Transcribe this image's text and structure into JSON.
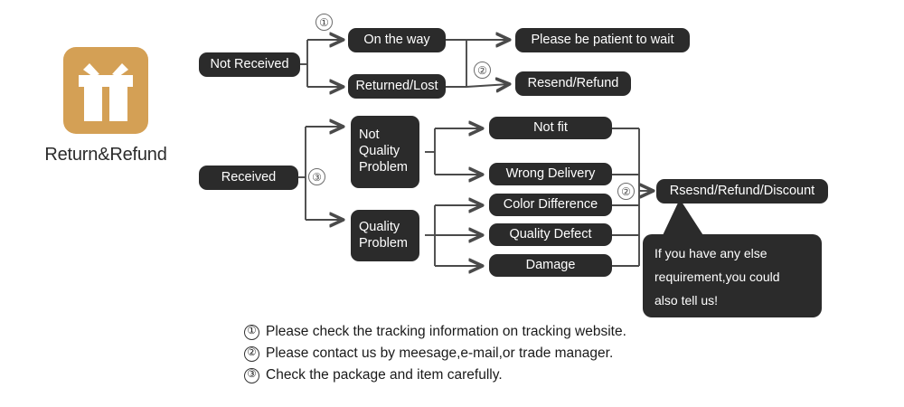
{
  "brand": {
    "label": "Return&Refund",
    "icon": "gift-icon",
    "icon_color": "#d4a055"
  },
  "colors": {
    "node_fill": "#2b2b2b",
    "node_text": "#ffffff",
    "wire": "#4a4a4a",
    "accent_tan": "#d4a055",
    "background": "#ffffff"
  },
  "nodes": {
    "not_received": "Not Received",
    "on_the_way": "On the way",
    "returned_lost": "Returned/Lost",
    "be_patient": "Please be patient to wait",
    "resend_refund": "Resend/Refund",
    "received": "Received",
    "not_quality_problem": "Not Quality Problem",
    "not_quality_problem_lines": [
      "Not",
      "Quality",
      "Problem"
    ],
    "quality_problem": "Quality Problem",
    "quality_problem_lines": [
      "Quality",
      "Problem"
    ],
    "not_fit": "Not fit",
    "wrong_delivery": "Wrong Delivery",
    "color_difference": "Color Difference",
    "quality_defect": "Quality Defect",
    "damage": "Damage",
    "final_outcome": "Rsesnd/Refund/Discount"
  },
  "markers": {
    "one": "①",
    "two_top": "②",
    "three": "③",
    "two_bottom": "②"
  },
  "bubble": {
    "lines": [
      "If you have any else",
      "requirement,you could",
      "also tell us!"
    ]
  },
  "legend": [
    {
      "marker": "①",
      "text": "Please check the tracking information on tracking website."
    },
    {
      "marker": "②",
      "text": "Please contact us by meesage,e-mail,or trade manager."
    },
    {
      "marker": "③",
      "text": "Check the package and item carefully."
    }
  ]
}
